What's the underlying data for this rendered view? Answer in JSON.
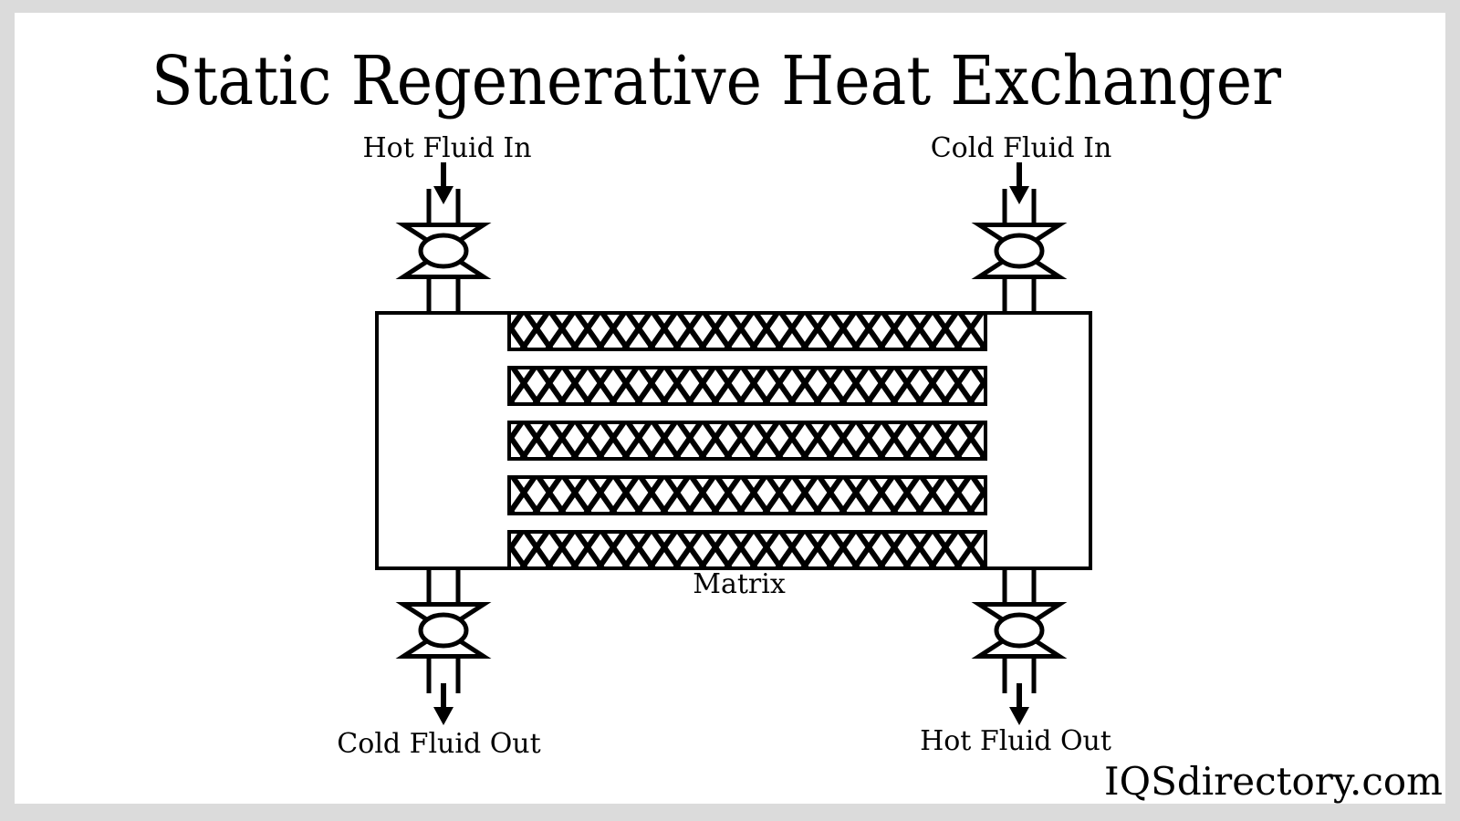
{
  "title": "Static Regenerative Heat Exchanger",
  "branding": "IQSdirectory.com",
  "labels": {
    "hot_fluid_in": "Hot Fluid In",
    "cold_fluid_in": "Cold Fluid In",
    "cold_fluid_out": "Cold Fluid Out",
    "hot_fluid_out": "Hot Fluid Out",
    "matrix": "Matrix"
  },
  "matrix": {
    "rows": 5,
    "pattern": "crosshatch"
  },
  "colors": {
    "background": "#dbdbdb",
    "panel": "#ffffff",
    "ink": "#000000"
  }
}
